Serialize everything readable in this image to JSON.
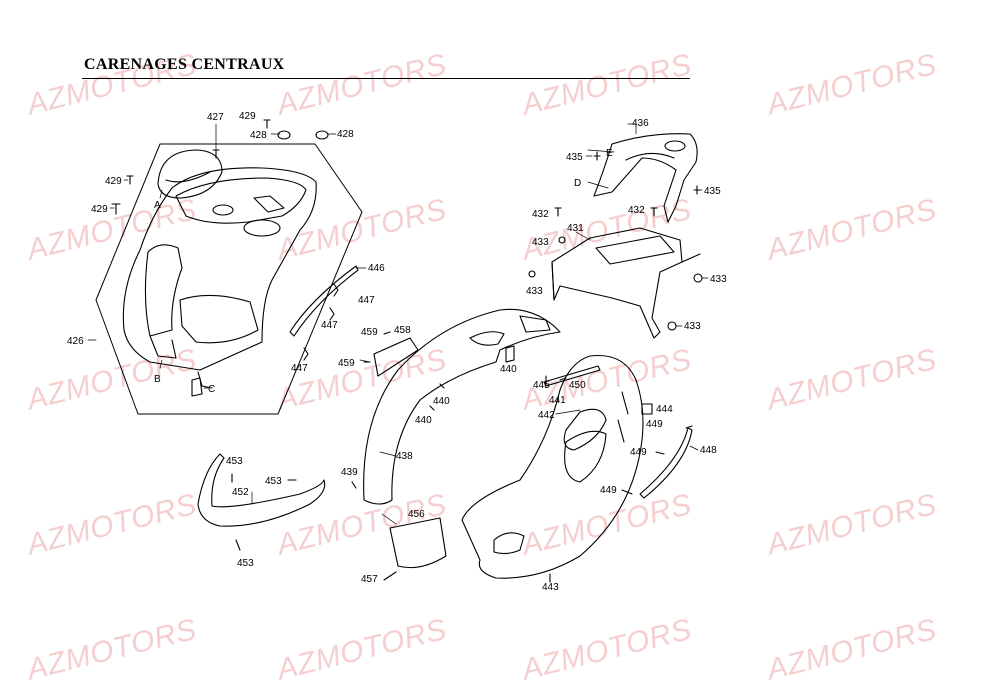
{
  "page": {
    "title": "CARENAGES CENTRAUX",
    "watermark_text": "AZMOTORS"
  },
  "colors": {
    "watermark": "#f2c0c0",
    "line_art": "#000000",
    "background": "#ffffff"
  },
  "callouts": [
    {
      "id": "c427",
      "text": "427"
    },
    {
      "id": "c429a",
      "text": "429"
    },
    {
      "id": "c428a",
      "text": "428"
    },
    {
      "id": "c428b",
      "text": "428"
    },
    {
      "id": "c429b",
      "text": "429"
    },
    {
      "id": "c429c",
      "text": "429"
    },
    {
      "id": "cA",
      "text": "A"
    },
    {
      "id": "c426",
      "text": "426"
    },
    {
      "id": "cB",
      "text": "B"
    },
    {
      "id": "cC",
      "text": "C"
    },
    {
      "id": "c446",
      "text": "446"
    },
    {
      "id": "c447a",
      "text": "447"
    },
    {
      "id": "c447b",
      "text": "447"
    },
    {
      "id": "c447c",
      "text": "447"
    },
    {
      "id": "c459a",
      "text": "459"
    },
    {
      "id": "c458",
      "text": "458"
    },
    {
      "id": "c459b",
      "text": "459"
    },
    {
      "id": "c436",
      "text": "436"
    },
    {
      "id": "c435a",
      "text": "435"
    },
    {
      "id": "cE",
      "text": "E"
    },
    {
      "id": "cD",
      "text": "D"
    },
    {
      "id": "c435b",
      "text": "435"
    },
    {
      "id": "c432a",
      "text": "432"
    },
    {
      "id": "c432b",
      "text": "432"
    },
    {
      "id": "c433a",
      "text": "433"
    },
    {
      "id": "c431",
      "text": "431"
    },
    {
      "id": "c433b",
      "text": "433"
    },
    {
      "id": "c433c",
      "text": "433"
    },
    {
      "id": "c433d",
      "text": "433"
    },
    {
      "id": "c440a",
      "text": "440"
    },
    {
      "id": "c445",
      "text": "445"
    },
    {
      "id": "c450",
      "text": "450"
    },
    {
      "id": "c441",
      "text": "441"
    },
    {
      "id": "c440b",
      "text": "440"
    },
    {
      "id": "c442",
      "text": "442"
    },
    {
      "id": "c440c",
      "text": "440"
    },
    {
      "id": "c444",
      "text": "444"
    },
    {
      "id": "c449a",
      "text": "449"
    },
    {
      "id": "c438",
      "text": "438"
    },
    {
      "id": "c449b",
      "text": "449"
    },
    {
      "id": "c448",
      "text": "448"
    },
    {
      "id": "c453a",
      "text": "453"
    },
    {
      "id": "c453b",
      "text": "453"
    },
    {
      "id": "c452",
      "text": "452"
    },
    {
      "id": "c439",
      "text": "439"
    },
    {
      "id": "c449c",
      "text": "449"
    },
    {
      "id": "c456",
      "text": "456"
    },
    {
      "id": "c453c",
      "text": "453"
    },
    {
      "id": "c457",
      "text": "457"
    },
    {
      "id": "c443",
      "text": "443"
    }
  ]
}
